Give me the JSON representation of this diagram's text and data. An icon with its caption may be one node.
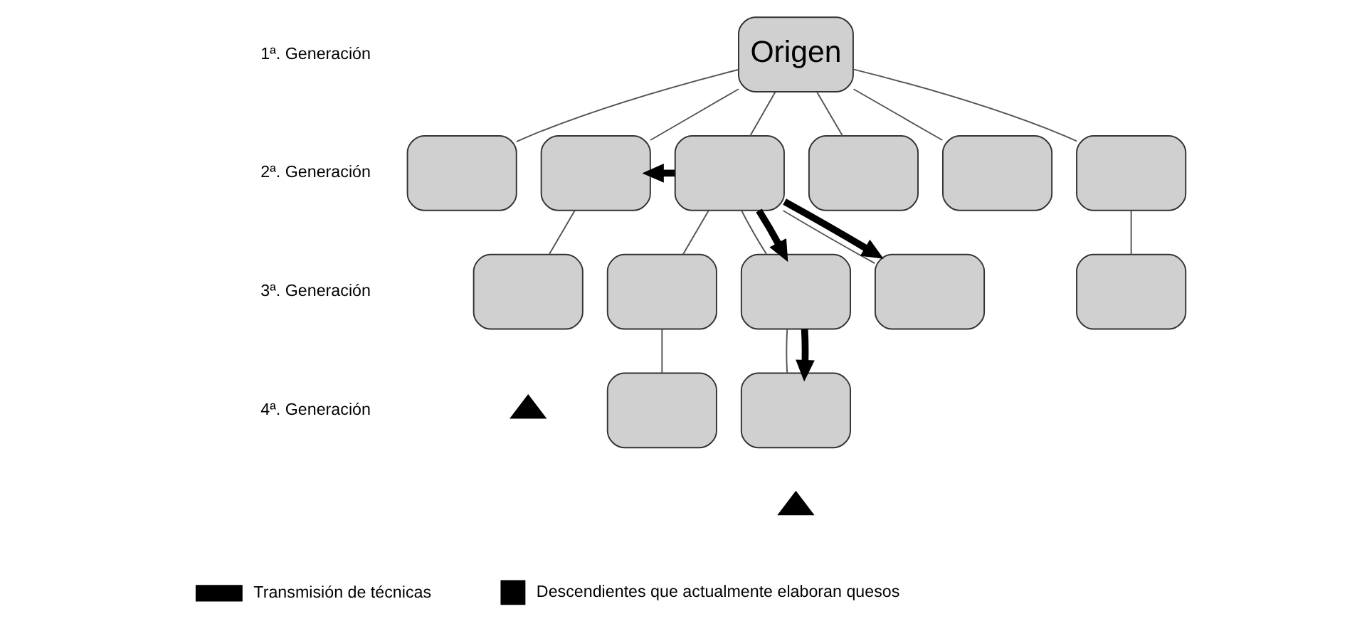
{
  "diagram": {
    "nodes": [
      {
        "text": [
          "Origen"
        ]
      },
      {
        "text": [],
        "shape": "box"
      },
      {
        "text": [],
        "shape": "box"
      },
      {
        "text": [],
        "shape": "box"
      },
      {
        "text": [],
        "shape": "box"
      },
      {
        "text": [],
        "shape": "box"
      },
      {
        "text": [],
        "shape": "box"
      },
      {
        "text": [],
        "shape": "box"
      },
      {
        "text": [],
        "shape": "box"
      },
      {
        "text": [],
        "shape": "box"
      },
      {
        "text": [],
        "shape": "box"
      },
      {
        "text": [],
        "shape": "box"
      },
      {
        "text": [],
        "shape": "box"
      },
      {
        "text": [],
        "shape": "box"
      },
      {
        "text": [],
        "shape": "triangle"
      },
      {
        "text": [],
        "shape": "triangle"
      }
    ],
    "edges": [
      {
        "from": 0,
        "to": 1,
        "arrow": "none"
      },
      {
        "from": 0,
        "to": 2,
        "arrow": "none"
      },
      {
        "from": 0,
        "to": 3,
        "arrow": "none"
      },
      {
        "from": 0,
        "to": 4,
        "arrow": "none"
      },
      {
        "from": 0,
        "to": 5,
        "arrow": "none"
      },
      {
        "from": 0,
        "to": 6,
        "arrow": "none"
      },
      {
        "from": 2,
        "to": 7,
        "arrow": "none"
      },
      {
        "from": 3,
        "to": 8,
        "arrow": "none"
      },
      {
        "from": 3,
        "to": 9,
        "arrow": "none"
      },
      {
        "from": 3,
        "to": 10,
        "arrow": "none"
      },
      {
        "from": 6,
        "to": 11,
        "arrow": "none"
      },
      {
        "from": 8,
        "to": 12,
        "arrow": "none"
      },
      {
        "from": 9,
        "to": 13,
        "arrow": "none"
      },
      {
        "from": 3,
        "to": 2,
        "arrow": "to",
        "style": "thick",
        "color": "#000000"
      },
      {
        "from": 3,
        "to": 9,
        "arrow": "to",
        "style": "thick",
        "color": "#000000"
      },
      {
        "from": 3,
        "to": 10,
        "arrow": "to",
        "style": "thick",
        "color": "#000000"
      },
      {
        "from": 9,
        "to": 13,
        "arrow": "to",
        "style": "thick",
        "color": "#000000"
      }
    ],
    "labels": [
      "1ª. Generación",
      "2ª. Generación",
      "3ª. Generación",
      "4ª. Generación"
    ],
    "legend": [
      {
        "text": "Transmisión de técnicas"
      },
      {
        "text": "Descendientes que actualmente elaboran quesos"
      }
    ]
  }
}
